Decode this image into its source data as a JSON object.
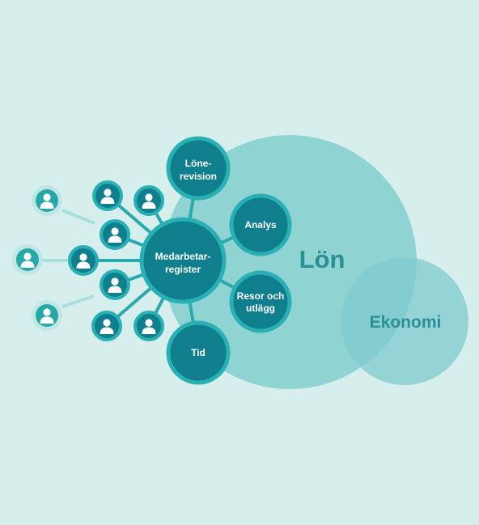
{
  "diagram": {
    "hub": {
      "line1": "Medarbetar-",
      "line2": "register"
    },
    "modules": {
      "lonerevision": {
        "line1": "Löne-",
        "line2": "revision"
      },
      "analys": {
        "line1": "Analys"
      },
      "resor": {
        "line1": "Resor och",
        "line2": "utlägg"
      },
      "tid": {
        "line1": "Tid"
      }
    },
    "areas": {
      "lon": "Lön",
      "ekonomi": "Ekonomi"
    },
    "icons": {
      "person": "person-icon"
    }
  },
  "colors": {
    "background": "#d6efec",
    "lon_circle": "#8fd3d3",
    "ekonomi_circle": "#8ed0d4",
    "node_fill": "#0f7f8d",
    "node_ring": "#29b0b4",
    "connector": "#2aa9ae",
    "outer_person_fill": "#bfe6e4",
    "outer_person_inner": "#25a8a7",
    "area_text": "#2a8f96"
  }
}
